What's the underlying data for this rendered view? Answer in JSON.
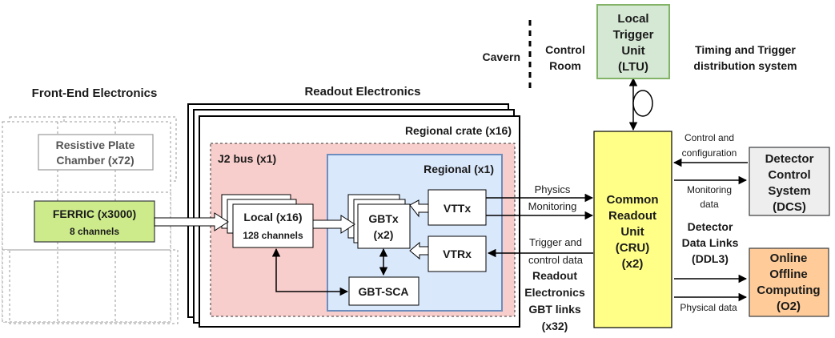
{
  "sections": {
    "front_end": "Front-End Electronics",
    "readout": "Readout Electronics",
    "cavern": "Cavern",
    "control_room": [
      "Control",
      "Room"
    ],
    "timing_trigger": [
      "Timing and Trigger",
      "distribution system"
    ]
  },
  "boxes": {
    "ltu": [
      "Local",
      "Trigger",
      "Unit",
      "(LTU)"
    ],
    "rpc": [
      "Resistive Plate",
      "Chamber (x72)"
    ],
    "ferric": [
      "FERRIC (x3000)",
      "8 channels"
    ],
    "regional_crate": "Regional  crate (x16)",
    "j2_bus": "J2 bus (x1)",
    "regional": "Regional (x1)",
    "local": [
      "Local (x16)",
      "128 channels"
    ],
    "gbtx": [
      "GBTx",
      "(x2)"
    ],
    "vttx": "VTTx",
    "vtrx": "VTRx",
    "gbt_sca": "GBT-SCA",
    "cru": [
      "Common",
      "Readout",
      "Unit",
      "(CRU)",
      "(x2)"
    ],
    "dcs": [
      "Detector",
      "Control",
      "System",
      "(DCS)"
    ],
    "o2": [
      "Online",
      "Offline",
      "Computing",
      "(O2)"
    ]
  },
  "links": {
    "physics": "Physics",
    "monitoring": "Monitoring",
    "trigger_control": [
      "Trigger and",
      "control data"
    ],
    "readout_gbt": [
      "Readout",
      "Electronics",
      "GBT links",
      "(x32)"
    ],
    "control_config": [
      "Control and",
      "configuration"
    ],
    "monitoring_data": [
      "Monitoring",
      "data"
    ],
    "ddl": [
      "Detector",
      "Data Links",
      "(DDL3)"
    ],
    "physical_data": "Physical data"
  },
  "colors": {
    "ltu_fill": "#d5e8d4",
    "ltu_stroke": "#82b366",
    "ferric_fill": "#cdeb8b",
    "ferric_stroke": "#36393d",
    "j2_fill": "#f8cecc",
    "regional_fill": "#dae8fc",
    "regional_stroke": "#6c8ebf",
    "cru_fill": "#ffff88",
    "dcs_fill": "#eeeeee",
    "o2_fill": "#ffcc99"
  }
}
